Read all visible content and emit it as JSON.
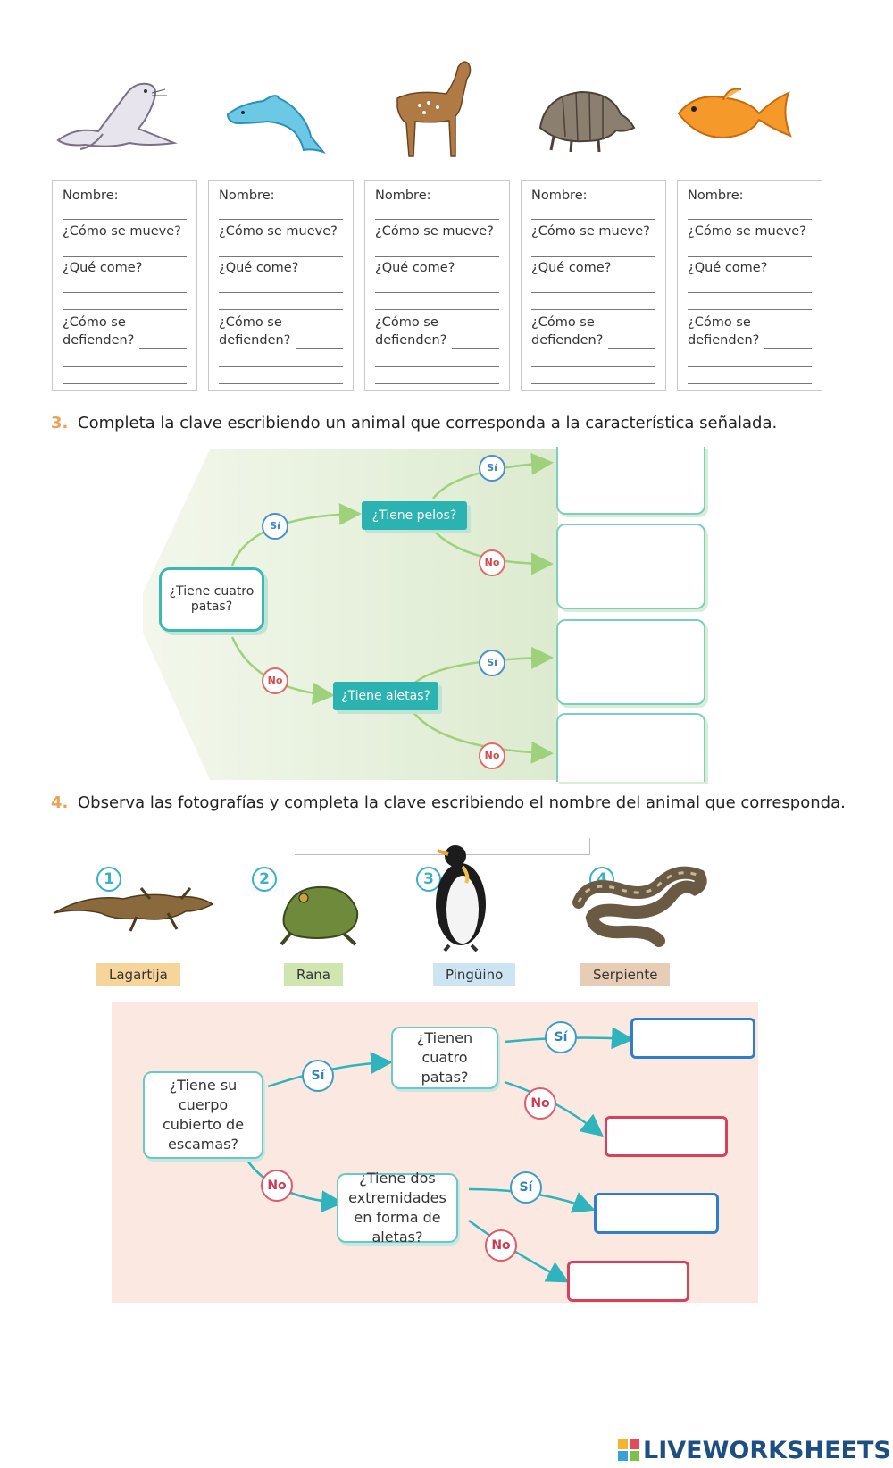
{
  "section1": {
    "animals": [
      {
        "icon": "seal-illustration"
      },
      {
        "icon": "dolphin-illustration"
      },
      {
        "icon": "deer-photo"
      },
      {
        "icon": "armadillo-photo"
      },
      {
        "icon": "goldfish-photo"
      }
    ],
    "card": {
      "nombre": "Nombre:",
      "mueve": "¿Cómo se mueve?",
      "come": "¿Qué come?",
      "defienden_1": "¿Cómo se",
      "defienden_2": "defienden?"
    }
  },
  "q3": {
    "number": "3.",
    "text": "Completa la clave escribiendo un animal que corresponda a la característica señalada.",
    "root": "¿Tiene cuatro patas?",
    "node_top": "¿Tiene pelos?",
    "node_bottom": "¿Tiene aletas?",
    "si": "Sí",
    "no": "No",
    "colors": {
      "teal": "#2bb3b1",
      "green_bg": "#e6f1dc",
      "si": "#4a8fd1",
      "no": "#e26a6a"
    }
  },
  "q4": {
    "number": "4.",
    "text": "Observa las fotografías y completa la clave escribiendo el nombre del animal que corresponda.",
    "photos": [
      {
        "num": "1",
        "label": "Lagartija",
        "icon": "lizard-photo",
        "tag_color": "#f6d59a"
      },
      {
        "num": "2",
        "label": "Rana",
        "icon": "frog-photo",
        "tag_color": "#cfe6b0"
      },
      {
        "num": "3",
        "label": "Pingüino",
        "icon": "penguin-photo",
        "tag_color": "#cde4f2"
      },
      {
        "num": "4",
        "label": "Serpiente",
        "icon": "snake-photo",
        "tag_color": "#e8cdb6"
      }
    ],
    "root": "¿Tiene su cuerpo cubierto de escamas?",
    "node_top": "¿Tienen cuatro patas?",
    "node_bottom": "¿Tiene dos extremidades en forma de aletas?",
    "si": "Sí",
    "no": "No",
    "colors": {
      "bg": "#fbe9e1",
      "blue": "#2f7ec9",
      "red": "#d8405c"
    }
  },
  "footer": {
    "brand": "LIVEWORKSHEETS",
    "logo_letters": "LIVE"
  }
}
